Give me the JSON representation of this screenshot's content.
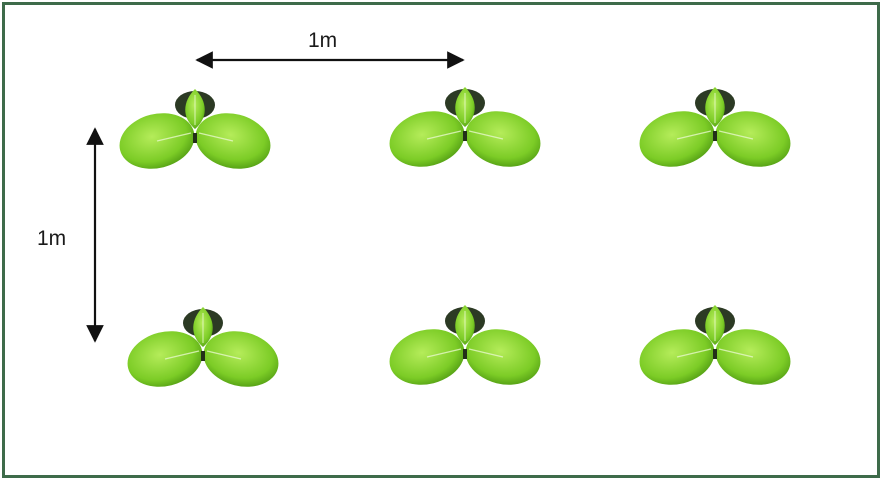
{
  "diagram": {
    "horizontal_spacing_label": "1m",
    "vertical_spacing_label": "1m",
    "rows": 2,
    "columns": 3,
    "plant_icon": "seedling-icon",
    "colors": {
      "border": "#3e6b4a",
      "leaf_light": "#b5ec5a",
      "leaf_mid": "#7ccc26",
      "leaf_dark": "#4f9a12",
      "arrow": "#111111"
    }
  }
}
